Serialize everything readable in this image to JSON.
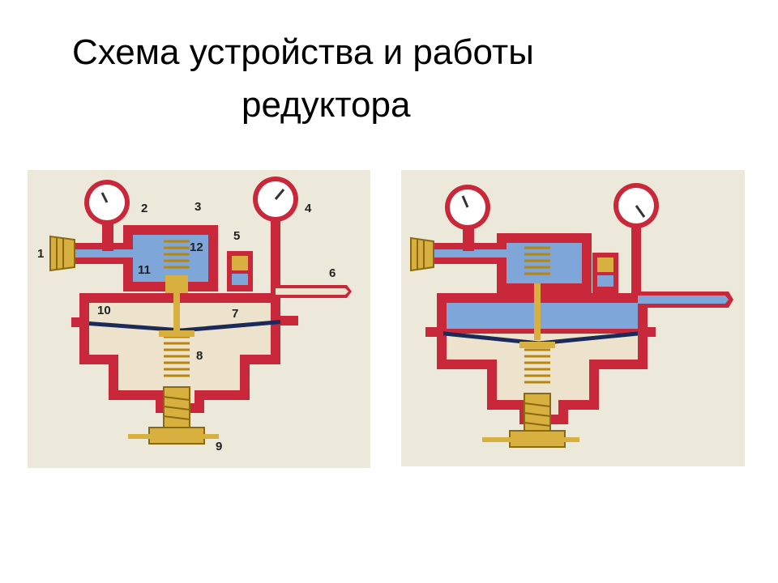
{
  "slide": {
    "title_line1": "Схема устройства и работы",
    "title_line2": "редуктора"
  },
  "colors": {
    "background": "#ffffff",
    "panel_bg": "#ece8da",
    "body_red": "#c8283a",
    "high_pressure_blue": "#7fa6d8",
    "low_chamber_beige": "#ede3cc",
    "brass": "#d8b040",
    "membrane_navy": "#1c2a5a",
    "gauge_face": "#ffffff"
  },
  "left_diagram": {
    "state": "closed",
    "labels": [
      {
        "id": "1",
        "text": "1"
      },
      {
        "id": "2",
        "text": "2"
      },
      {
        "id": "3",
        "text": "3"
      },
      {
        "id": "4",
        "text": "4"
      },
      {
        "id": "5",
        "text": "5"
      },
      {
        "id": "6",
        "text": "6"
      },
      {
        "id": "7",
        "text": "7"
      },
      {
        "id": "8",
        "text": "8"
      },
      {
        "id": "9",
        "text": "9"
      },
      {
        "id": "10",
        "text": "10"
      },
      {
        "id": "11",
        "text": "11"
      },
      {
        "id": "12",
        "text": "12"
      }
    ]
  },
  "right_diagram": {
    "state": "open"
  }
}
